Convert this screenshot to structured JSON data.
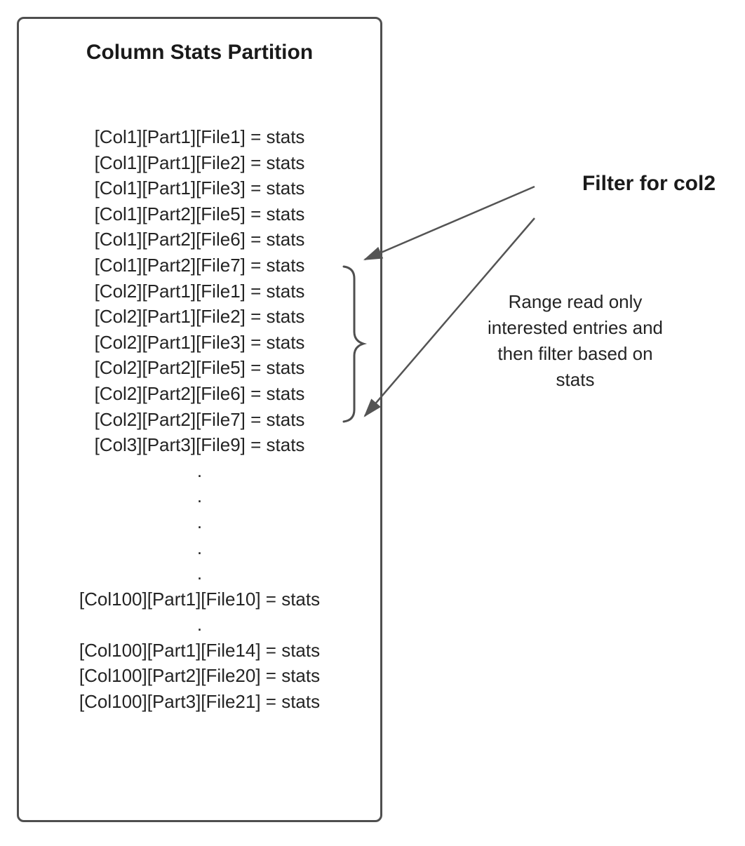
{
  "partition_box": {
    "title": "Column Stats Partition",
    "entries": [
      "[Col1][Part1][File1] = stats",
      "[Col1][Part1][File2] = stats",
      "[Col1][Part1][File3] = stats",
      "[Col1][Part2][File5] = stats",
      "[Col1][Part2][File6] = stats",
      "[Col1][Part2][File7] = stats",
      "[Col2][Part1][File1] = stats",
      "[Col2][Part1][File2] = stats",
      "[Col2][Part1][File3] = stats",
      "[Col2][Part2][File5] = stats",
      "[Col2][Part2][File6] = stats",
      "[Col2][Part2][File7] = stats",
      "[Col3][Part3][File9] = stats",
      ".",
      ".",
      ".",
      ".",
      ".",
      "[Col100][Part1][File10] = stats",
      ".",
      "[Col100][Part1][File14] = stats",
      "[Col100][Part2][File20] = stats",
      "[Col100][Part3][File21] = stats"
    ]
  },
  "annotations": {
    "filter_label": "Filter for col2",
    "range_note_lines": [
      "Range read only",
      "interested entries and",
      "then filter based on",
      "stats"
    ]
  },
  "colors": {
    "stroke": "#4f4f4f",
    "arrow": "#545454",
    "text": "#242424",
    "title_text": "#1a1a1a",
    "background": "#ffffff"
  }
}
